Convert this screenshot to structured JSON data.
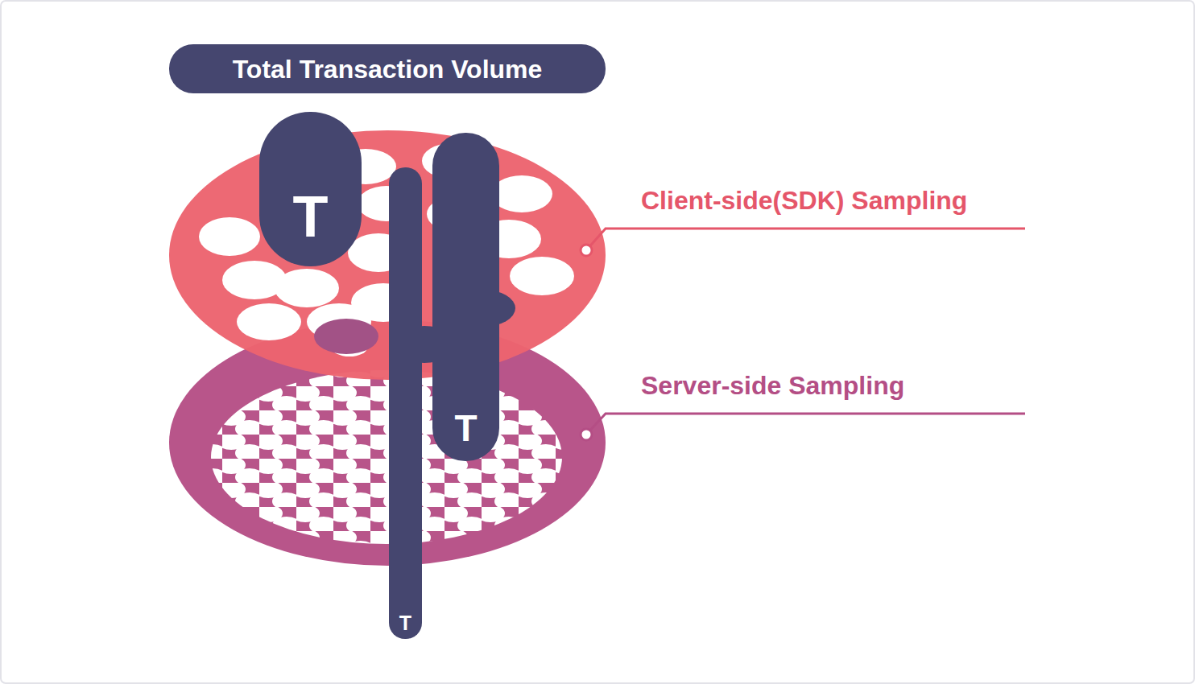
{
  "diagram": {
    "nodes": [
      {
        "text": [
          "Total Transaction Volume"
        ]
      },
      {
        "text": [
          "T"
        ]
      },
      {
        "text": [
          "T"
        ]
      },
      {
        "text": [
          "T"
        ]
      }
    ],
    "labels": [
      "Client-side(SDK) Sampling",
      "Server-side Sampling"
    ]
  }
}
